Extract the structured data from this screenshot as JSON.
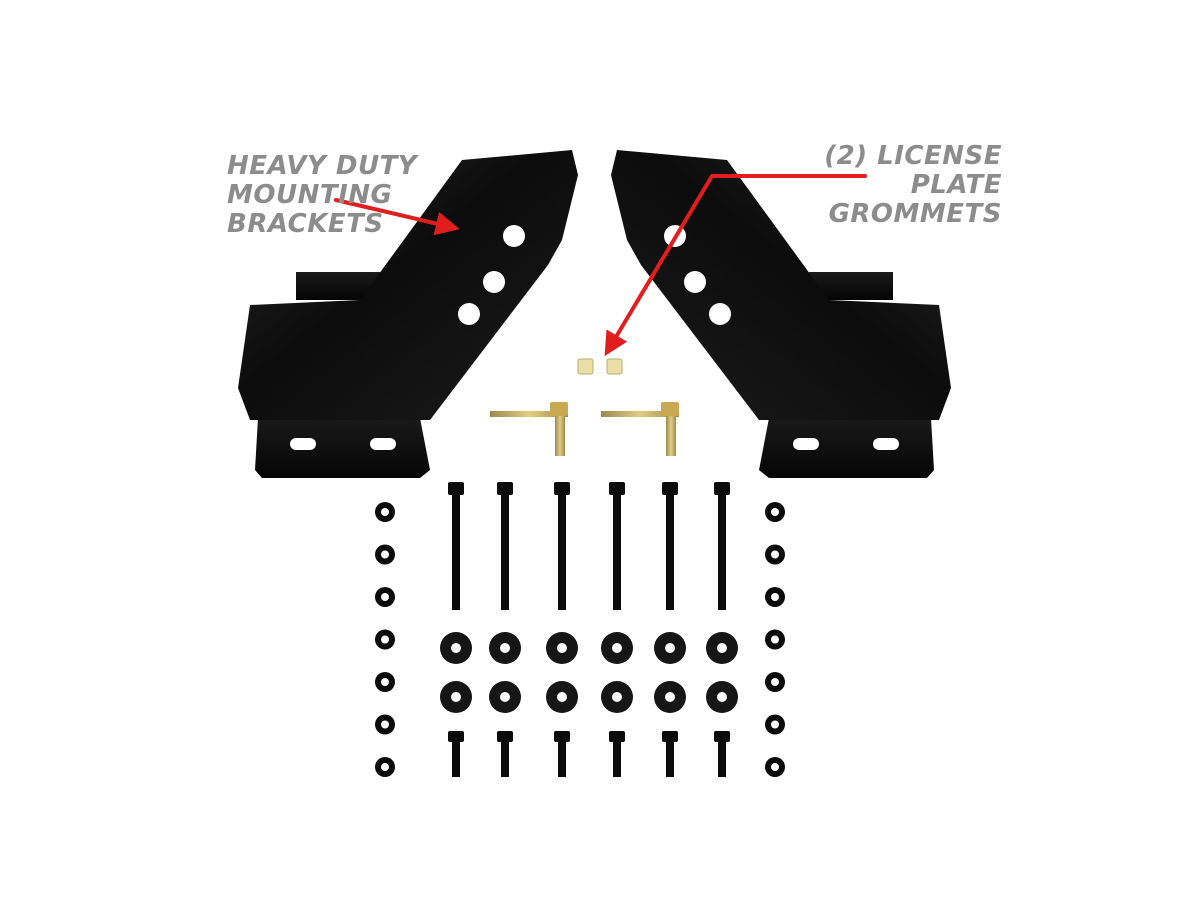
{
  "callouts": {
    "brackets": {
      "lines": [
        "HEAVY DUTY",
        "MOUNTING",
        "BRACKETS"
      ]
    },
    "grommets": {
      "lines": [
        "(2) LICENSE PLATE",
        "GROMMETS"
      ]
    }
  },
  "colors": {
    "background": "#ffffff",
    "hardware": "#0b0b0b",
    "label_text": "#8c8c8c",
    "arrow": "#e11d1d",
    "grommet": "#e9dfa6",
    "brass": "#c8a951"
  },
  "kit": {
    "brackets": 2,
    "grommets": 2,
    "plate_bolts": 2,
    "long_bolts": 6,
    "washer_rows": 2,
    "washers_per_row": 6,
    "short_bolts": 6,
    "nuts_per_column": 7
  }
}
